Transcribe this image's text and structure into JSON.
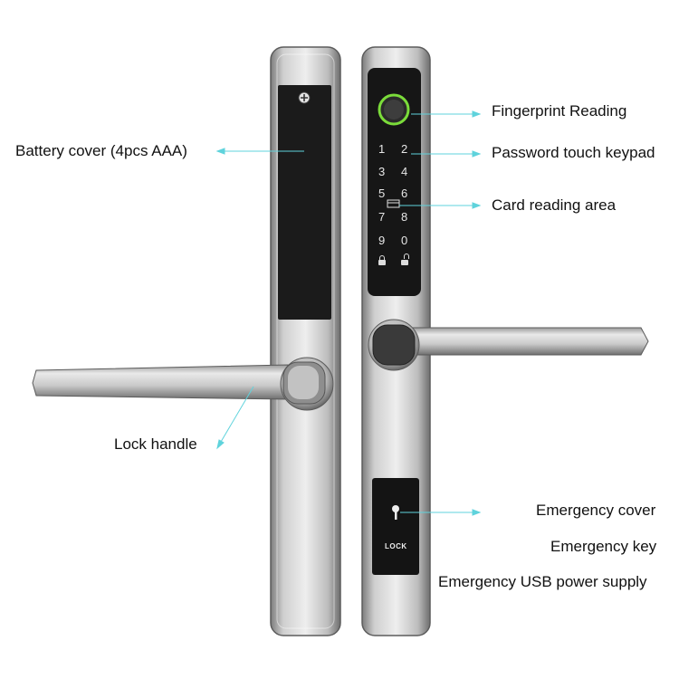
{
  "labels": {
    "battery_cover": "Battery cover (4pcs AAA)",
    "fingerprint": "Fingerprint Reading",
    "keypad": "Password touch keypad",
    "card_area": "Card reading area",
    "lock_handle": "Lock handle",
    "emergency_cover": "Emergency cover",
    "emergency_key": "Emergency key",
    "emergency_usb": "Emergency USB power supply"
  },
  "keypad": {
    "k1": "1",
    "k2": "2",
    "k3": "3",
    "k4": "4",
    "k5": "5",
    "k6": "6",
    "k7": "7",
    "k8": "8",
    "k9": "9",
    "k0": "0",
    "lock_icon": "lock-icon",
    "unlock_icon": "unlock-icon"
  },
  "emergency_panel": {
    "text": "LOCK",
    "icon": "keyhole-icon"
  },
  "colors": {
    "leader_line": "#5fd3dc",
    "fingerprint_ring": "#7bdc3a"
  }
}
